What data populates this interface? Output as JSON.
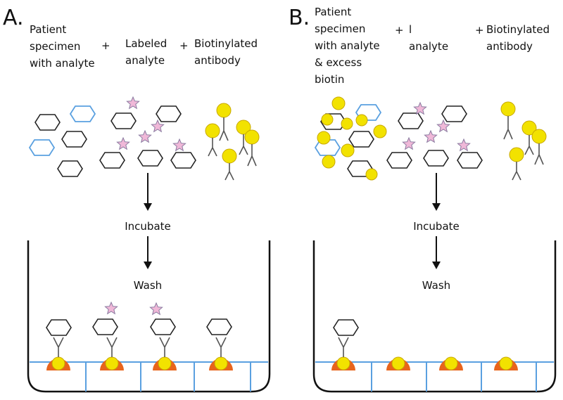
{
  "panels": [
    {
      "letter": "A.",
      "header": [
        {
          "lines": [
            "Patient",
            "specimen",
            "with analyte"
          ]
        },
        {
          "lines": [
            "+"
          ]
        },
        {
          "lines": [
            "Labeled",
            "analyte"
          ]
        },
        {
          "lines": [
            "+"
          ]
        },
        {
          "lines": [
            "Biotinylated",
            "antibody"
          ]
        }
      ],
      "step1": "Incubate",
      "step2": "Wash",
      "well_bound": 4,
      "well_stars": 2
    },
    {
      "letter": "B.",
      "header": [
        {
          "lines": [
            "Patient",
            "specimen",
            "with analyte",
            "& excess",
            "biotin"
          ]
        },
        {
          "lines": [
            "+"
          ]
        },
        {
          "lines": [
            "l",
            "analyte"
          ]
        },
        {
          "lines": [
            "+"
          ]
        },
        {
          "lines": [
            "Biotinylated",
            "antibody"
          ]
        }
      ],
      "step1": "Incubate",
      "step2": "Wash",
      "well_bound": 1,
      "well_stars": 0
    }
  ],
  "colors": {
    "biotin": "#f2e200",
    "streptavidin": "#e8641c",
    "unlabeled_analyte": "#5aa0e0",
    "label_star": "#f0b8d8"
  }
}
